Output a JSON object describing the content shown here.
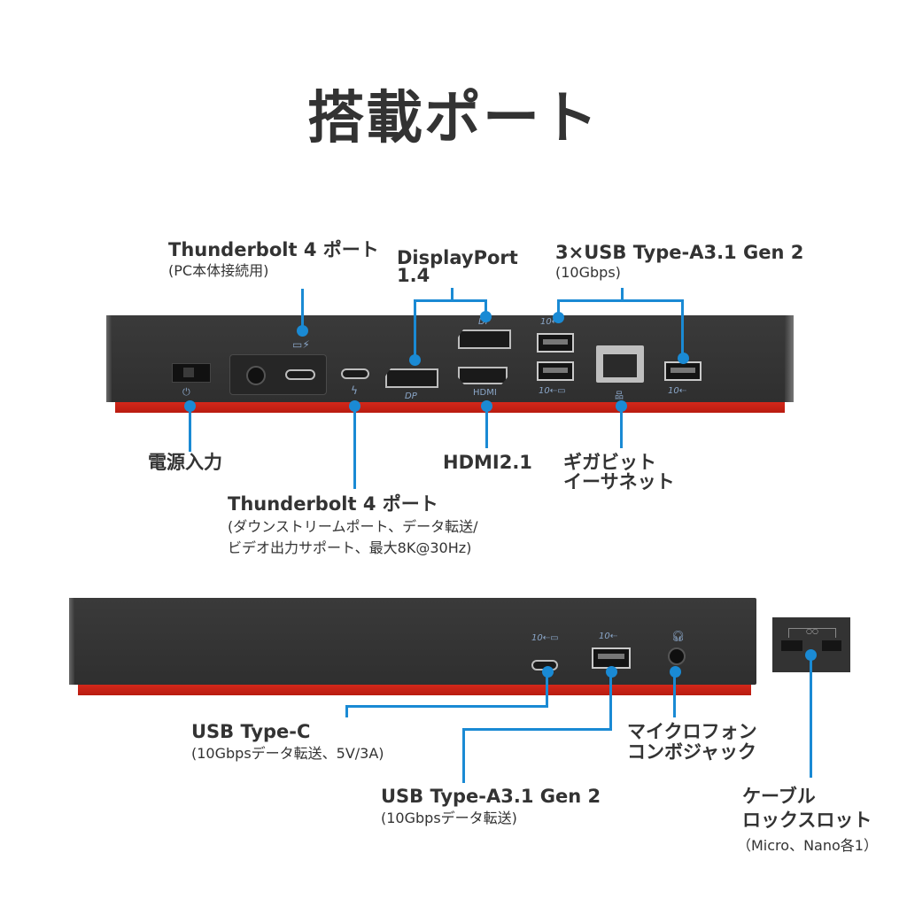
{
  "title": "搭載ポート",
  "accent_color": "#1a8ad4",
  "dock_color": "#333333",
  "base_color": "#c8241a",
  "rear": {
    "labels": {
      "tb4_host": {
        "title": "Thunderbolt 4 ポート",
        "sub": "(PC本体接続用)"
      },
      "displayport": {
        "title": "DisplayPort",
        "title2": "1.4"
      },
      "usb_a_rear": {
        "title": "3×USB Type-A3.1 Gen 2",
        "sub": "(10Gbps)"
      },
      "power": {
        "title": "電源入力"
      },
      "hdmi": {
        "title": "HDMI2.1"
      },
      "ethernet": {
        "title": "ギガビット",
        "title2": "イーサネット"
      },
      "tb4_down": {
        "title": "Thunderbolt 4 ポート",
        "sub": "(ダウンストリームポート、データ転送/",
        "sub2": "ビデオ出力サポート、最大8K@30Hz)"
      }
    },
    "port_glyphs": {
      "hdmi_text": "HDMI",
      "usb_10": "10",
      "dp_glyph": "DP",
      "laptop_tb": "⚡"
    }
  },
  "front": {
    "labels": {
      "usb_c": {
        "title": "USB Type-C",
        "sub": "(10Gbpsデータ転送、5V/3A)"
      },
      "usb_a": {
        "title": "USB Type-A3.1 Gen 2",
        "sub": "(10Gbpsデータ転送)"
      },
      "mic": {
        "title": "マイクロフォン",
        "title2": "コンボジャック"
      },
      "lock": {
        "title": "ケーブル",
        "title2": "ロックスロット",
        "sub": "（Micro、Nano各1）"
      }
    },
    "port_glyphs": {
      "usb_10": "10"
    }
  }
}
